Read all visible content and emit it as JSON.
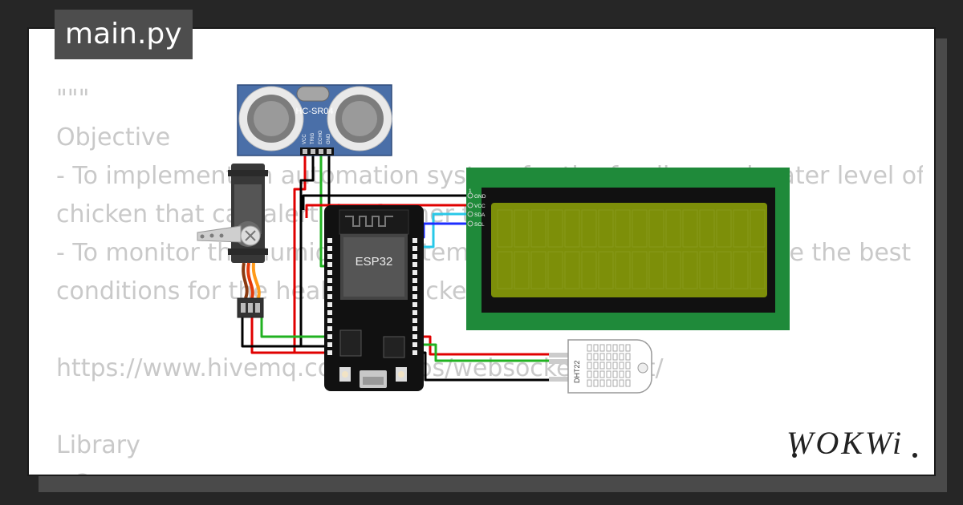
{
  "file_tab": {
    "label": "main.py"
  },
  "code": {
    "lines": [
      "\"\"\"",
      "Objective",
      "- To implement an automation system for the feeding and water level of",
      "chicken that can alert the farmer through the alert real time.",
      "- To monitor the humidity and temperature in order to provide the best",
      "conditions for the health of chickens",
      "",
      "https://www.hivemq.com/demos/websocket-client/",
      "",
      "Library",
      "- C..."
    ]
  },
  "diagram": {
    "sensor": {
      "label": "HC-SR04",
      "pins": [
        "VCC",
        "TRIG",
        "ECHO",
        "GND"
      ]
    },
    "mcu": {
      "label": "ESP32"
    },
    "lcd": {
      "pins": [
        "GND",
        "VCC",
        "SDA",
        "SCL"
      ],
      "pin1": "1"
    },
    "dht": {
      "label": "DHT22"
    }
  },
  "brand": {
    "logo_text": "WOKWi"
  },
  "colors": {
    "lcd_screen": "#7d8f09",
    "lcd_board": "#1f8a3a",
    "wire_red": "#e00000",
    "wire_green": "#21b221",
    "wire_black": "#000000",
    "wire_blue": "#1d2eff",
    "wire_cyan": "#28c8e8",
    "servo_body": "#383838",
    "sensor_board": "#4a6fa8"
  }
}
